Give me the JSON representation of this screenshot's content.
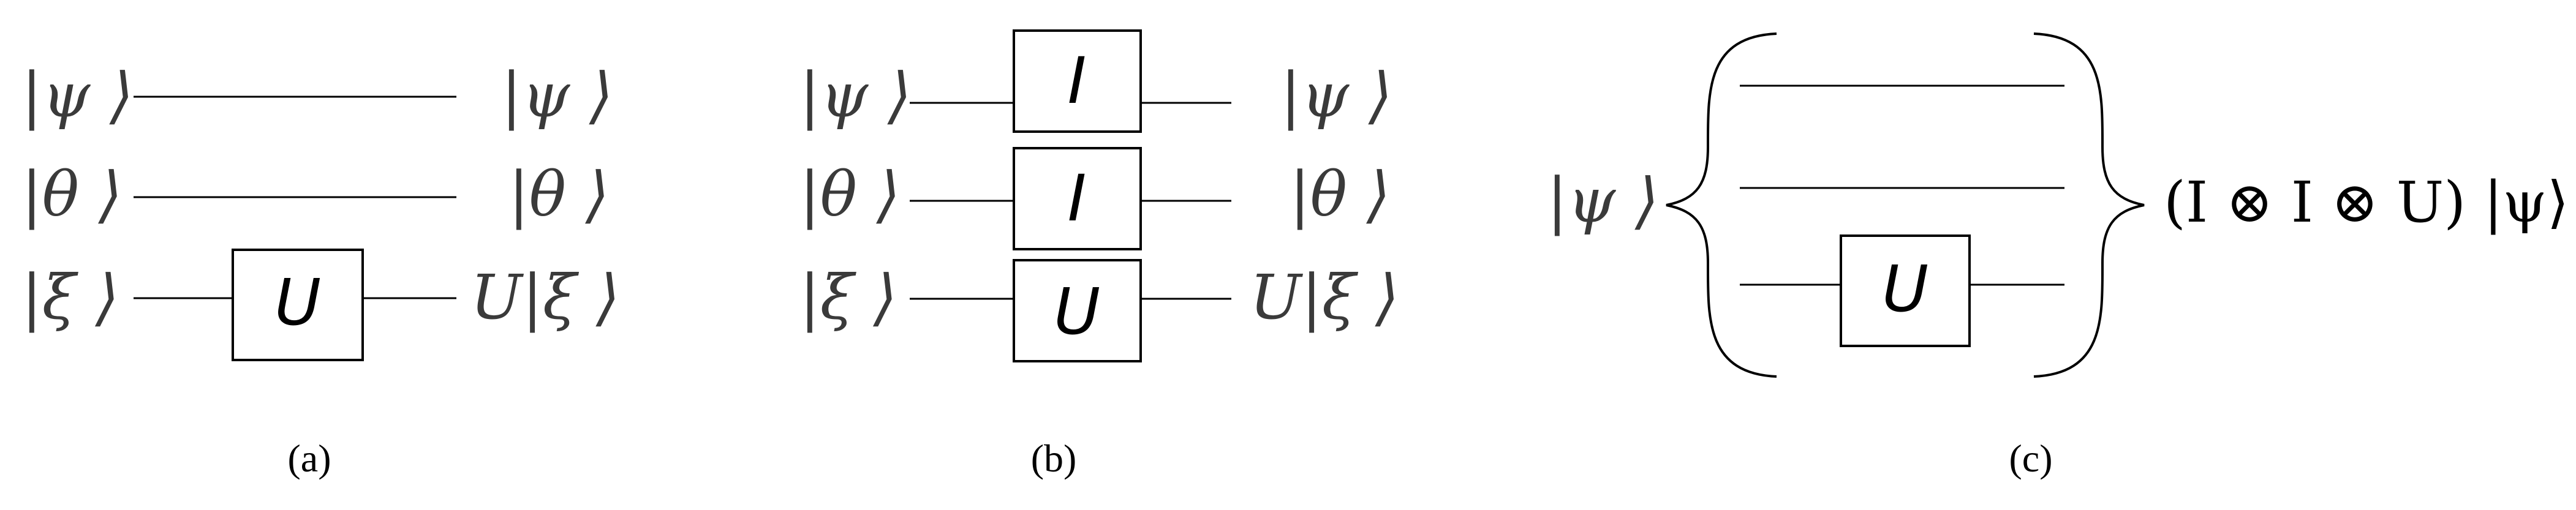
{
  "panel_a": {
    "inputs": [
      "|ψ ⟩",
      "|θ ⟩",
      "|ξ ⟩"
    ],
    "outputs": [
      "|ψ ⟩",
      "|θ ⟩",
      "U|ξ ⟩"
    ],
    "gate": "U",
    "caption": "(a)"
  },
  "panel_b": {
    "inputs": [
      "|ψ ⟩",
      "|θ ⟩",
      "|ξ ⟩"
    ],
    "outputs": [
      "|ψ ⟩",
      "|θ ⟩",
      "U|ξ ⟩"
    ],
    "gates": [
      "I",
      "I",
      "U"
    ],
    "caption": "(b)"
  },
  "panel_c": {
    "input": "|ψ ⟩",
    "gate": "U",
    "output": "(I ⊗ I ⊗ U) |ψ⟩",
    "caption": "(c)"
  }
}
